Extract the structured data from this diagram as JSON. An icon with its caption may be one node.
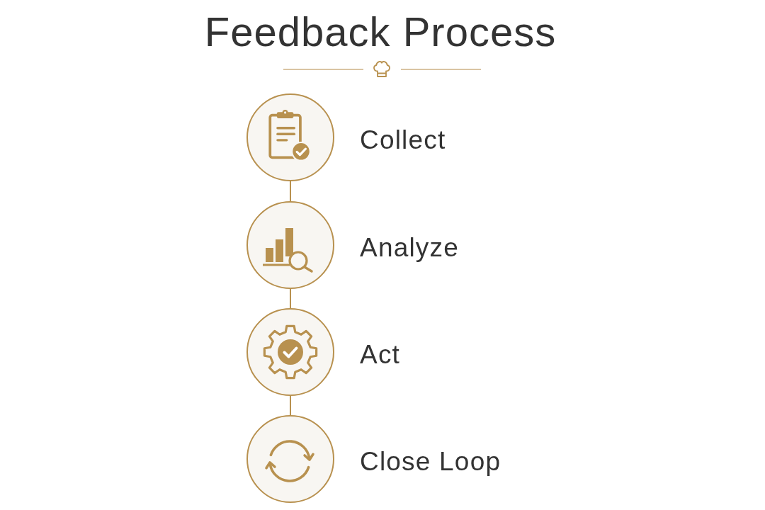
{
  "diagram": {
    "title": "Feedback Process",
    "nodes": [
      {
        "text": [],
        "shape": "circle",
        "beside": [
          "Collect"
        ]
      },
      {
        "text": [],
        "shape": "circle",
        "beside": [
          "Analyze"
        ]
      },
      {
        "text": [],
        "shape": "circle",
        "beside": [
          "Act"
        ]
      },
      {
        "text": [],
        "shape": "circle",
        "beside": [
          "Close Loop"
        ]
      }
    ],
    "edges": [
      {
        "from": 0,
        "to": 1,
        "arrow": "none"
      },
      {
        "from": 1,
        "to": 2,
        "arrow": "none"
      },
      {
        "from": 2,
        "to": 3,
        "arrow": "none"
      }
    ]
  }
}
